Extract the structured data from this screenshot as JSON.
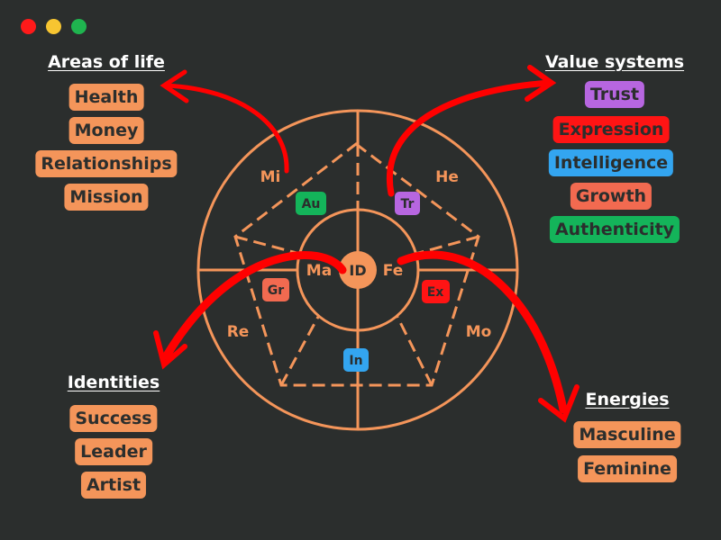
{
  "window": {
    "controls": [
      {
        "name": "close",
        "color": "#ff1a1a"
      },
      {
        "name": "minimize",
        "color": "#f7c531"
      },
      {
        "name": "maximize",
        "color": "#1fb44f"
      }
    ]
  },
  "areas": {
    "title": "Areas of life",
    "items": [
      "Health",
      "Money",
      "Relationships",
      "Mission"
    ]
  },
  "values": {
    "title": "Value systems",
    "items": [
      {
        "label": "Trust",
        "color": "#b766e0"
      },
      {
        "label": "Expression",
        "color": "#ff1414"
      },
      {
        "label": "Intelligence",
        "color": "#33a5f0"
      },
      {
        "label": "Growth",
        "color": "#f26a50"
      },
      {
        "label": "Authenticity",
        "color": "#14b45a"
      }
    ]
  },
  "identities": {
    "title": "Identities",
    "items": [
      "Success",
      "Leader",
      "Artist"
    ]
  },
  "energies": {
    "title": "Energies",
    "items": [
      "Masculine",
      "Feminine"
    ]
  },
  "wheel": {
    "center": "ID",
    "outer": [
      "Mi",
      "He",
      "Re",
      "Mo"
    ],
    "inner": [
      "Ma",
      "Fe"
    ],
    "badges": {
      "au": "Au",
      "tr": "Tr",
      "gr": "Gr",
      "ex": "Ex",
      "in": "In"
    }
  },
  "colors": {
    "accent": "#f4955a",
    "arrow": "#ff0000",
    "background": "#2b2e2d"
  }
}
